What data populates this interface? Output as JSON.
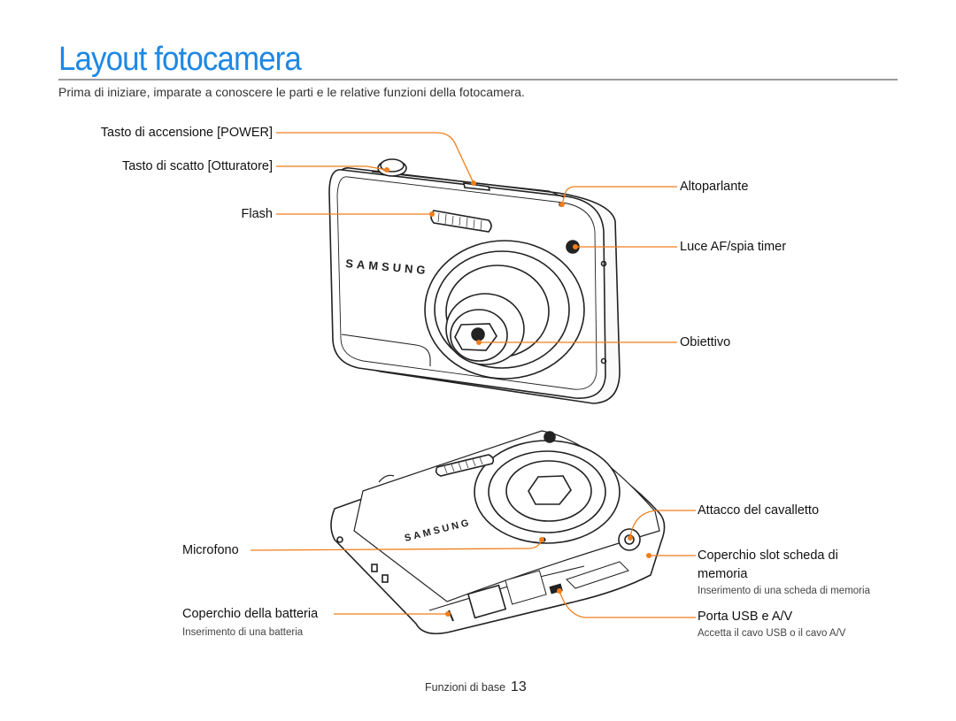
{
  "page": {
    "title": "Layout fotocamera",
    "intro": "Prima di iniziare, imparate a conoscere le parti e le relative funzioni della fotocamera."
  },
  "front_labels": {
    "power": "Tasto di accensione [POWER]",
    "shutter": "Tasto di scatto [Otturatore]",
    "flash": "Flash",
    "speaker": "Altoparlante",
    "af_light": "Luce AF/spia timer",
    "lens": "Obiettivo"
  },
  "back_labels": {
    "microphone": "Microfono",
    "battery_cover": "Coperchio della batteria",
    "battery_sub": "Inserimento di una batteria",
    "tripod": "Attacco del cavalletto",
    "card_cover_line1": "Coperchio slot scheda di",
    "card_cover_line2": "memoria",
    "card_sub": "Inserimento di una scheda di memoria",
    "usb": "Porta USB e A/V",
    "usb_sub": "Accetta il cavo USB o il cavo A/V"
  },
  "camera": {
    "brand": "SAMSUNG"
  },
  "footer": {
    "section": "Funzioni di base",
    "page_number": "13"
  },
  "colors": {
    "title": "#1e88e5",
    "callout": "#f07e1b",
    "rule": "#9a9a9a"
  }
}
